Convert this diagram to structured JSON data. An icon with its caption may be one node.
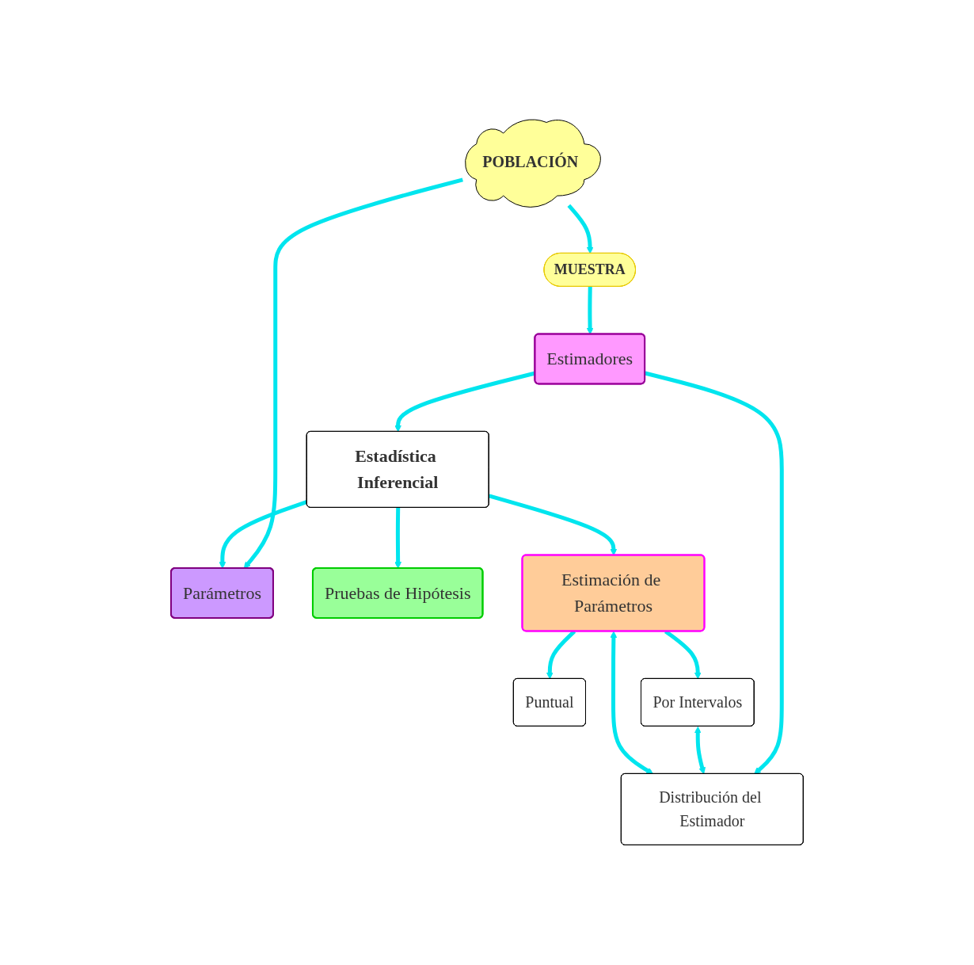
{
  "diagram": {
    "nodes": [
      {
        "text": [
          "POBLACIÓN"
        ]
      },
      {
        "text": [
          "MUESTRA"
        ]
      },
      {
        "text": [
          "Parámetros"
        ]
      },
      {
        "text": [
          "Estimadores"
        ]
      },
      {
        "text": [
          "Estadística Inferencial"
        ]
      },
      {
        "text": [
          "Distribución del Estimador"
        ]
      },
      {
        "text": [
          "Pruebas de Hipótesis"
        ]
      },
      {
        "text": [
          "Estimación de Parámetros"
        ]
      },
      {
        "text": [
          "Puntual"
        ]
      },
      {
        "text": [
          "Por Intervalos"
        ]
      }
    ],
    "edges": [
      {
        "from": 0,
        "to": 1,
        "arrow": "to"
      },
      {
        "from": 0,
        "to": 2,
        "arrow": "to"
      },
      {
        "from": 1,
        "to": 3,
        "arrow": "to"
      },
      {
        "from": 4,
        "to": 2,
        "arrow": "to"
      },
      {
        "from": 3,
        "to": 4,
        "arrow": "to"
      },
      {
        "from": 3,
        "to": 5,
        "arrow": "to"
      },
      {
        "from": 4,
        "to": 6,
        "arrow": "to"
      },
      {
        "from": 4,
        "to": 7,
        "arrow": "to"
      },
      {
        "from": 5,
        "to": 7,
        "arrow": "both"
      },
      {
        "from": 7,
        "to": 8,
        "arrow": "to"
      },
      {
        "from": 7,
        "to": 9,
        "arrow": "to"
      },
      {
        "from": 9,
        "to": 5,
        "arrow": "both"
      }
    ]
  }
}
